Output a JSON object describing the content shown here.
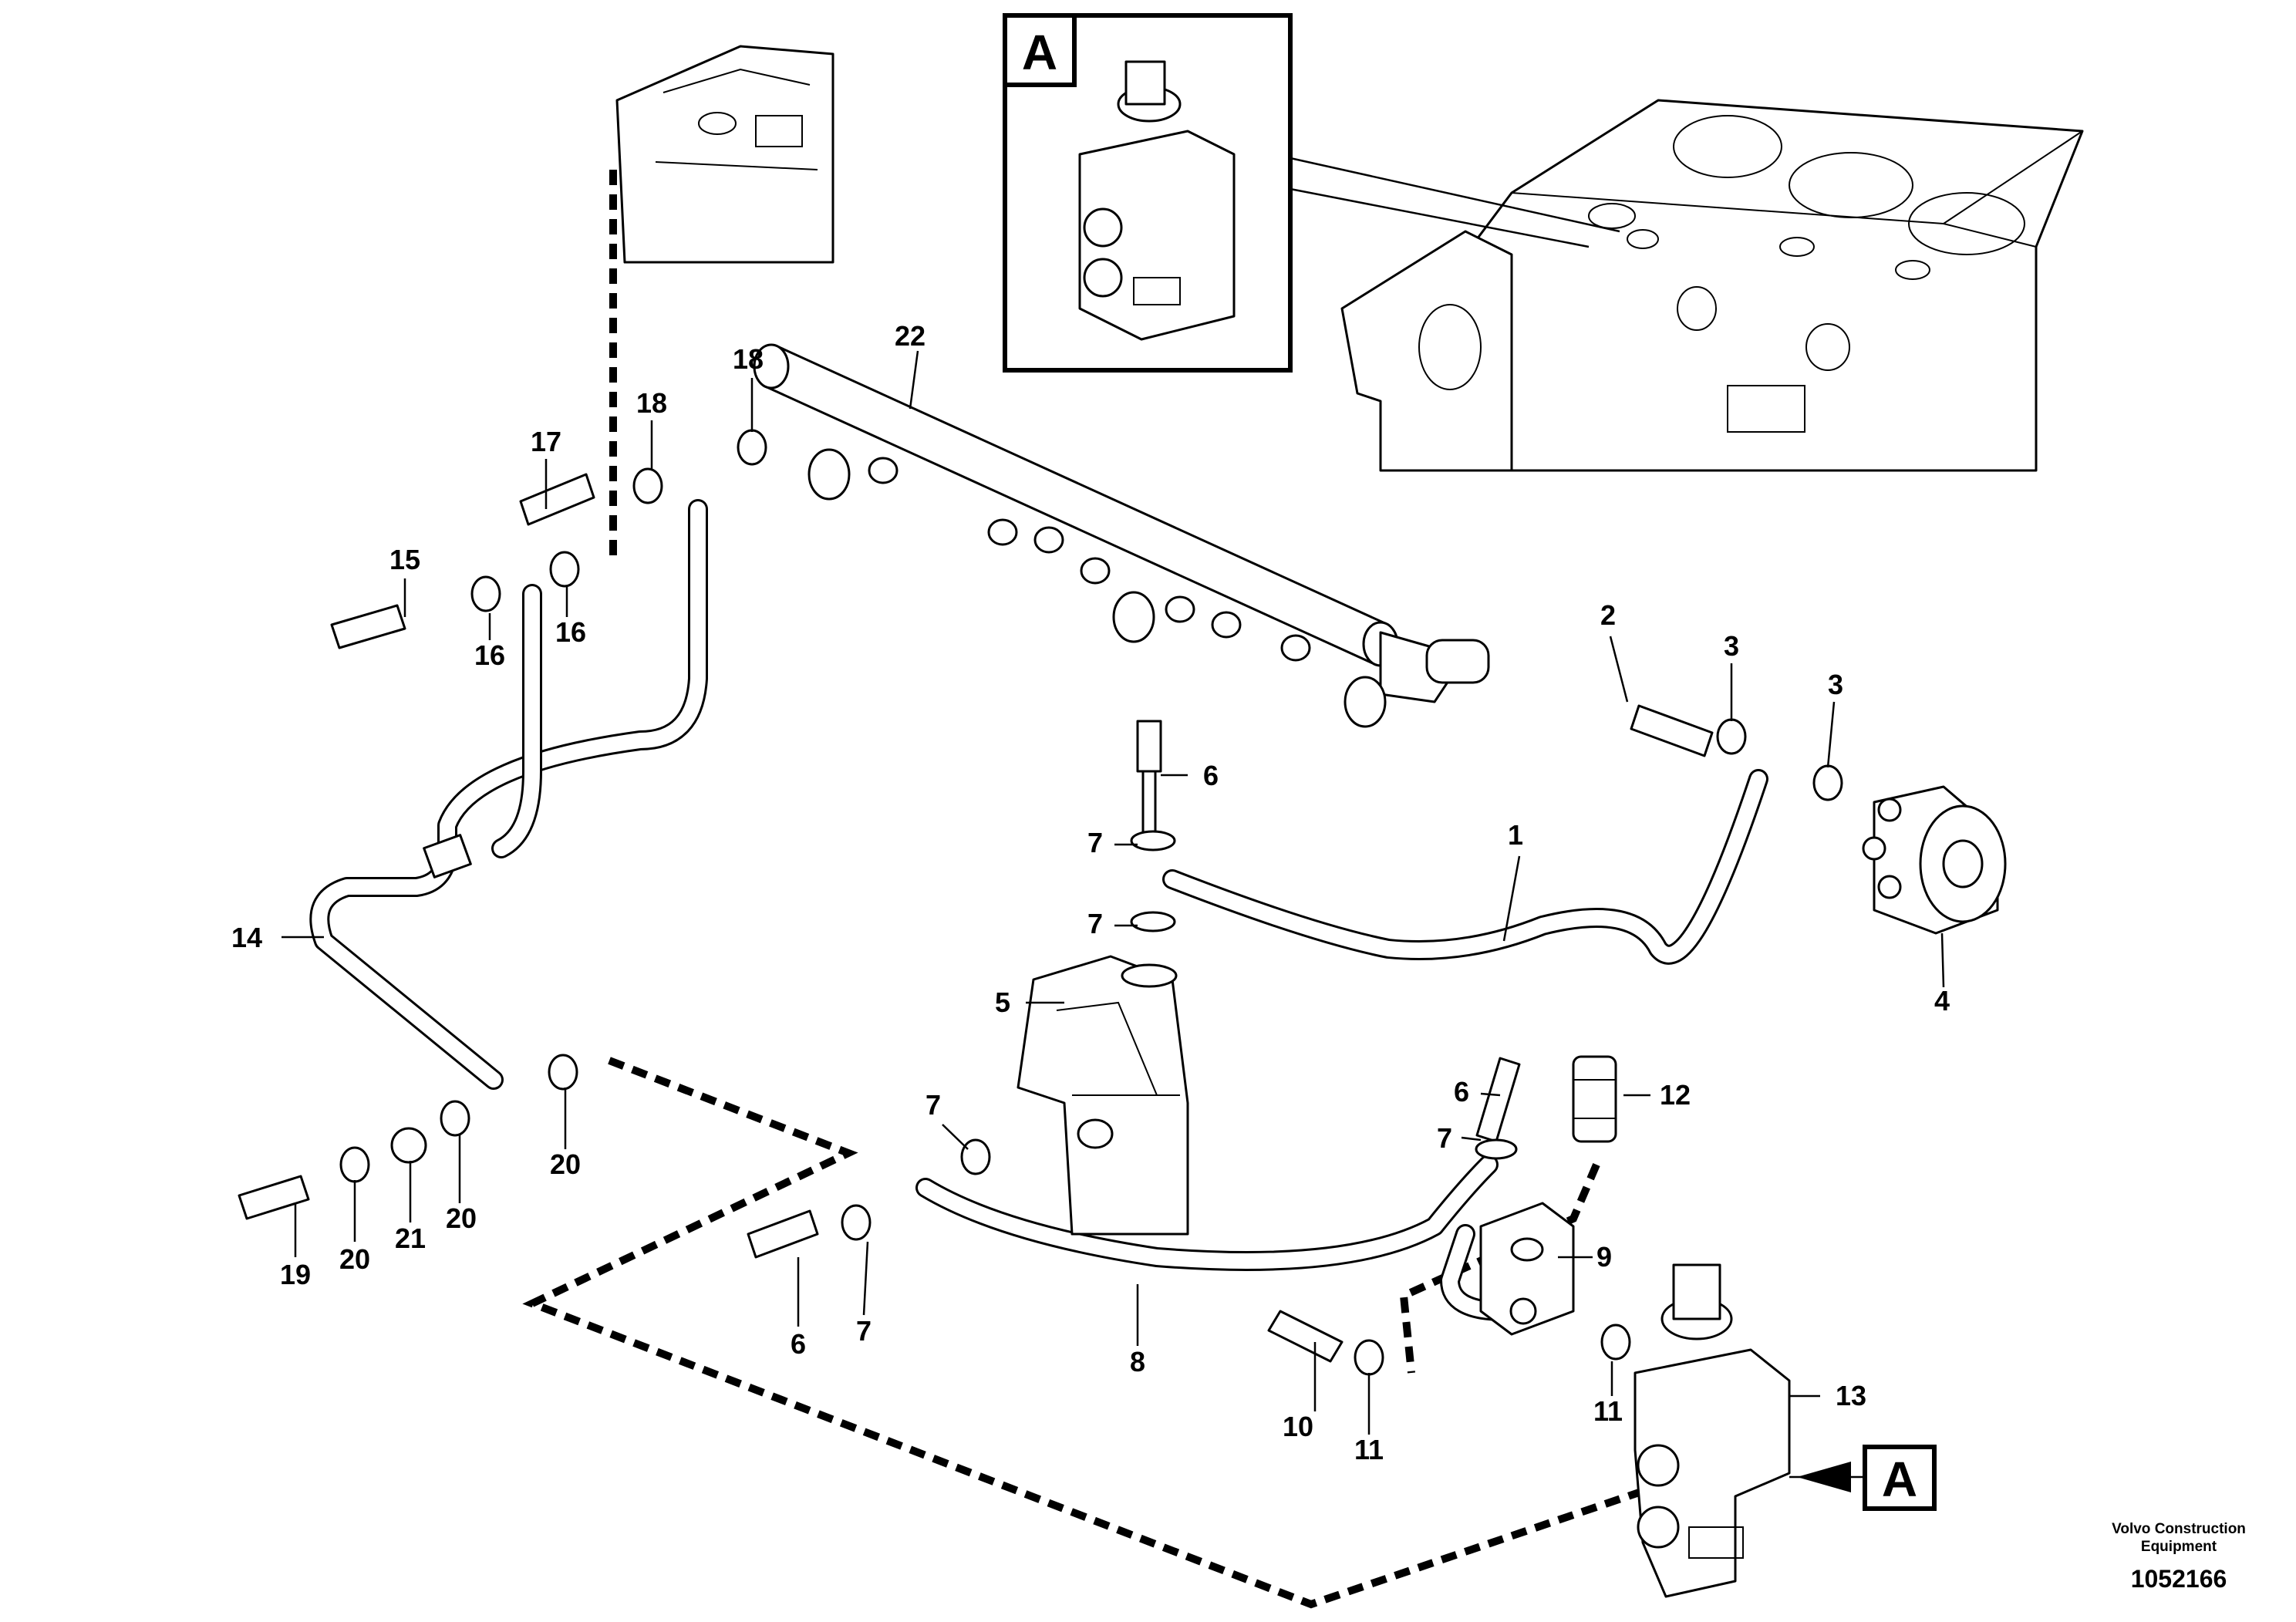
{
  "callouts": {
    "c1": "1",
    "c2": "2",
    "c3a": "3",
    "c3b": "3",
    "c4": "4",
    "c5": "5",
    "c6a": "6",
    "c6b": "6",
    "c6c": "6",
    "c7a": "7",
    "c7b": "7",
    "c7c": "7",
    "c7d": "7",
    "c7e": "7",
    "c8": "8",
    "c9": "9",
    "c10": "10",
    "c11a": "11",
    "c11b": "11",
    "c12": "12",
    "c13": "13",
    "c14": "14",
    "c15": "15",
    "c16a": "16",
    "c16b": "16",
    "c17": "17",
    "c18a": "18",
    "c18b": "18",
    "c19": "19",
    "c20a": "20",
    "c20b": "20",
    "c20c": "20",
    "c21": "21",
    "c22": "22"
  },
  "detail_views": {
    "inset_label": "A",
    "reference_label": "A"
  },
  "footer": {
    "brand_line1": "Volvo Construction",
    "brand_line2": "Equipment",
    "document_number": "1052166"
  }
}
